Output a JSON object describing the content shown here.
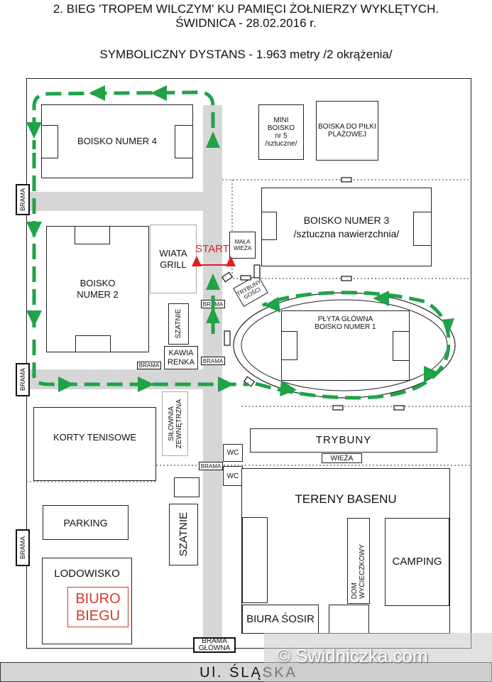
{
  "header": {
    "line1": "2. BIEG 'TROPEM WILCZYM'  KU PAMIĘCI ŻOŁNIERZY WYKLĘTYCH.",
    "line2": "ŚWIDNICA - 28.02.2016 r.",
    "line3": "SYMBOLICZNY DYSTANS - 1.963 metry  /2 okrążenia/"
  },
  "fields": {
    "boisko4": "BOISKO NUMER 4",
    "mini5_l1": "MINI BOISKO",
    "mini5_l2": "nr 5",
    "mini5_l3": "/sztuczne/",
    "plazowa_l1": "BOISKA DO PIŁKI",
    "plazowa_l2": "PLAŻOWEJ",
    "boisko3_l1": "BOISKO NUMER 3",
    "boisko3_l2": "/sztuczna nawierzchnia/",
    "boisko2_l1": "BOISKO",
    "boisko2_l2": "NUMER 2",
    "plyta_l1": "PŁYTA GŁÓWNA",
    "plyta_l2": "BOISKO NUMER 1"
  },
  "facilities": {
    "wiata_l1": "WIATA",
    "wiata_l2": "GRILL",
    "start": "START",
    "mala_wieza_l1": "MAŁA",
    "mala_wieza_l2": "WIEŻA",
    "trybuny_gosci_l1": "TRYBUNY",
    "trybuny_gosci_l2": "GOŚCI",
    "szatnie_small": "SZATNIE",
    "kawiarenka_l1": "KAWIA",
    "kawiarenka_l2": "RENKA",
    "silownia_l1": "SIŁOWNIA",
    "silownia_l2": "ZEWNĘTRZNA",
    "korty": "KORTY TENISOWE",
    "trybuny": "TRYBUNY",
    "wieza": "WIEŻA",
    "wc1": "WC",
    "wc2": "WC",
    "tereny_basenu": "TERENY BASENU",
    "parking": "PARKING",
    "szatnie_big": "SZATNIE",
    "dom_l1": "DOM",
    "dom_l2": "WYCIECZKOWY",
    "camping": "CAMPING",
    "lodowisko": "LODOWISKO",
    "biuro_l1": "BIURO",
    "biuro_l2": "BIEGU",
    "biura_sosir": "BIURA ŚOSIR"
  },
  "gates": {
    "brama": "BRAMA",
    "brama_glowna_l1": "BRAMA",
    "brama_glowna_l2": "GŁÓWNA"
  },
  "street": "Ul. ŚLĄSKA",
  "watermark": "© Swidniczka.com",
  "colors": {
    "route": "#1fa347",
    "start": "#e02020",
    "biuro": "#d8382a",
    "road": "#d6d6d6",
    "street": "#cfcfcf"
  },
  "icons": {
    "route_arrow": "arrow-icon",
    "start_marker": "triangle-icon"
  }
}
